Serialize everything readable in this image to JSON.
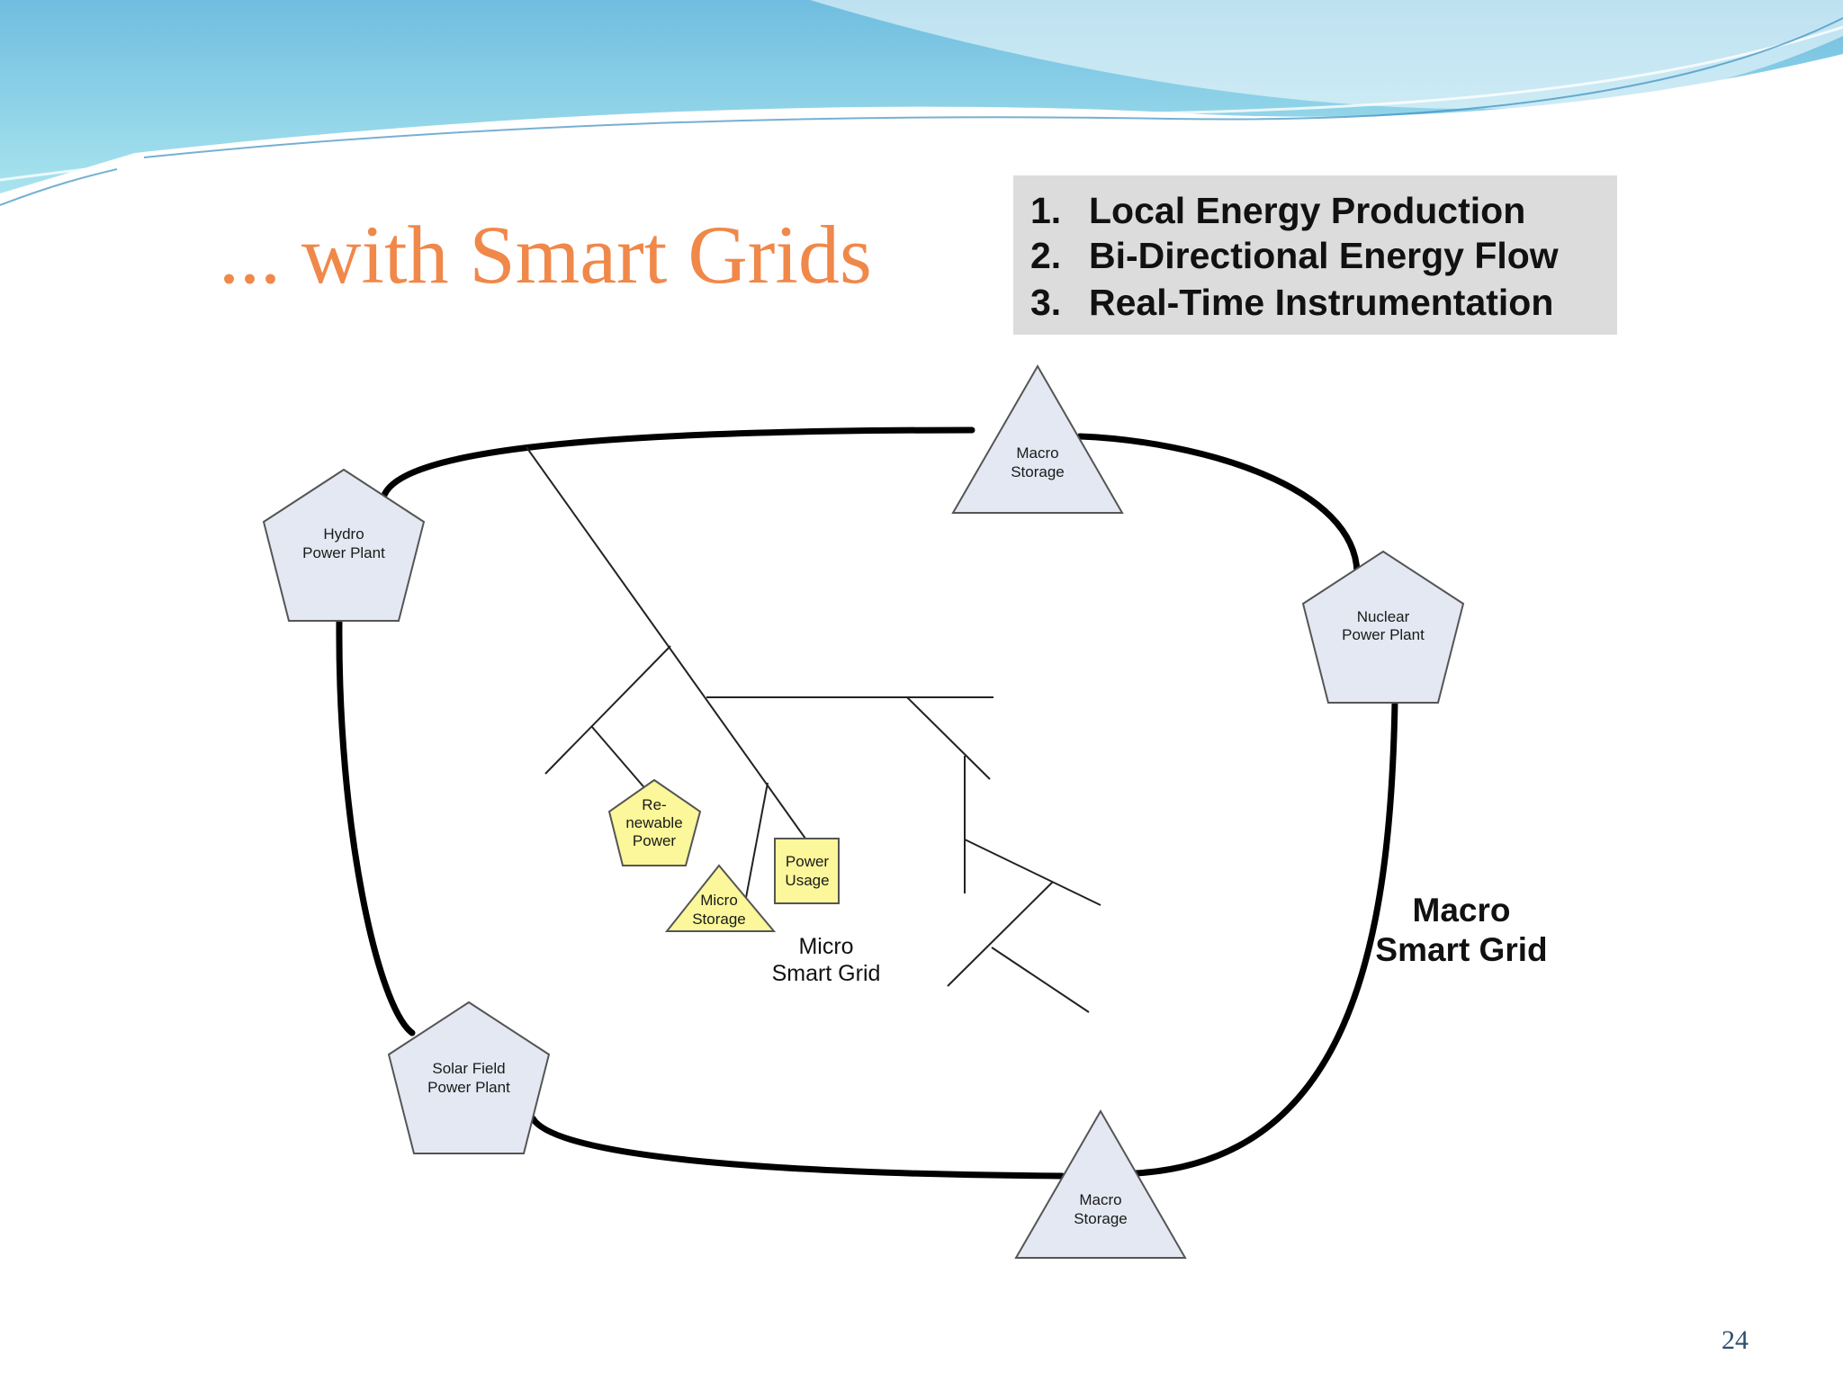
{
  "slide": {
    "title": "... with Smart Grids",
    "page_number": "24",
    "title_color": "#f0884a"
  },
  "legend": {
    "items": [
      {
        "num": "1.",
        "text": "Local Energy Production"
      },
      {
        "num": "2.",
        "text": "Bi-Directional Energy Flow"
      },
      {
        "num": "3.",
        "text": "Real-Time Instrumentation"
      }
    ]
  },
  "diagram": {
    "macro_nodes": {
      "hydro": {
        "line1": "Hydro",
        "line2": "Power Plant"
      },
      "macro_storage_top": {
        "line1": "Macro",
        "line2": "Storage"
      },
      "nuclear": {
        "line1": "Nuclear",
        "line2": "Power Plant"
      },
      "solar": {
        "line1": "Solar Field",
        "line2": "Power Plant"
      },
      "macro_storage_bottom": {
        "line1": "Macro",
        "line2": "Storage"
      }
    },
    "micro_nodes": {
      "renewable": {
        "line1": "Re-",
        "line2": "newable",
        "line3": "Power"
      },
      "micro_storage": {
        "line1": "Micro",
        "line2": "Storage"
      },
      "power_usage": {
        "line1": "Power",
        "line2": "Usage"
      }
    },
    "micro_grid_label": {
      "line1": "Micro",
      "line2": "Smart Grid"
    },
    "macro_grid_label": {
      "line1": "Macro",
      "line2": "Smart Grid"
    },
    "colors": {
      "macro_node_fill": "#e3e8f2",
      "micro_node_fill": "#fbf79a",
      "legend_bg": "#dcdcdc",
      "header_wave": "#7cc8e0"
    }
  }
}
